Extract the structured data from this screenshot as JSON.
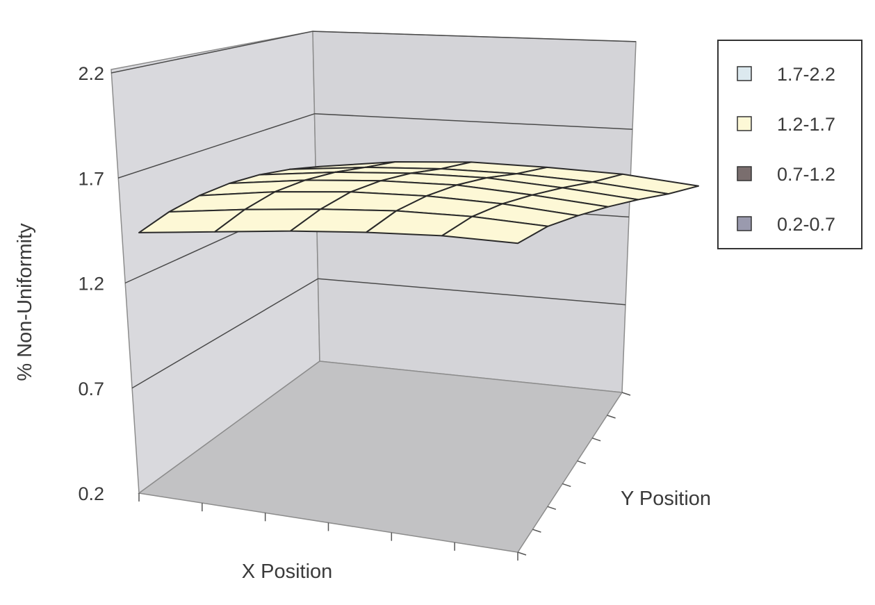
{
  "chart_data": {
    "type": "surface",
    "zlabel": "% Non-Uniformity",
    "xlabel": "X Position",
    "ylabel": "Y Position",
    "zlim": [
      0.2,
      2.2
    ],
    "z_ticks": [
      "0.2",
      "0.7",
      "1.2",
      "1.7",
      "2.2"
    ],
    "grid": true,
    "legend_position": "right",
    "legend": [
      {
        "label": "1.7-2.2",
        "color": "#dce9ef"
      },
      {
        "label": "1.2-1.7",
        "color": "#fdf8d6"
      },
      {
        "label": "0.7-1.2",
        "color": "#7a6e6e"
      },
      {
        "label": "0.2-0.7",
        "color": "#9a9aae"
      }
    ],
    "surface_color": "#fdf8d6",
    "z": [
      [
        1.44,
        1.5,
        1.56,
        1.61,
        1.65,
        1.67
      ],
      [
        1.48,
        1.55,
        1.61,
        1.66,
        1.69,
        1.7
      ],
      [
        1.5,
        1.58,
        1.64,
        1.68,
        1.7,
        1.7
      ],
      [
        1.5,
        1.58,
        1.64,
        1.68,
        1.69,
        1.69
      ],
      [
        1.48,
        1.56,
        1.62,
        1.66,
        1.67,
        1.67
      ],
      [
        1.44,
        1.52,
        1.58,
        1.62,
        1.64,
        1.64
      ],
      [
        1.38,
        1.48,
        1.55,
        1.59,
        1.62,
        1.62
      ]
    ]
  }
}
